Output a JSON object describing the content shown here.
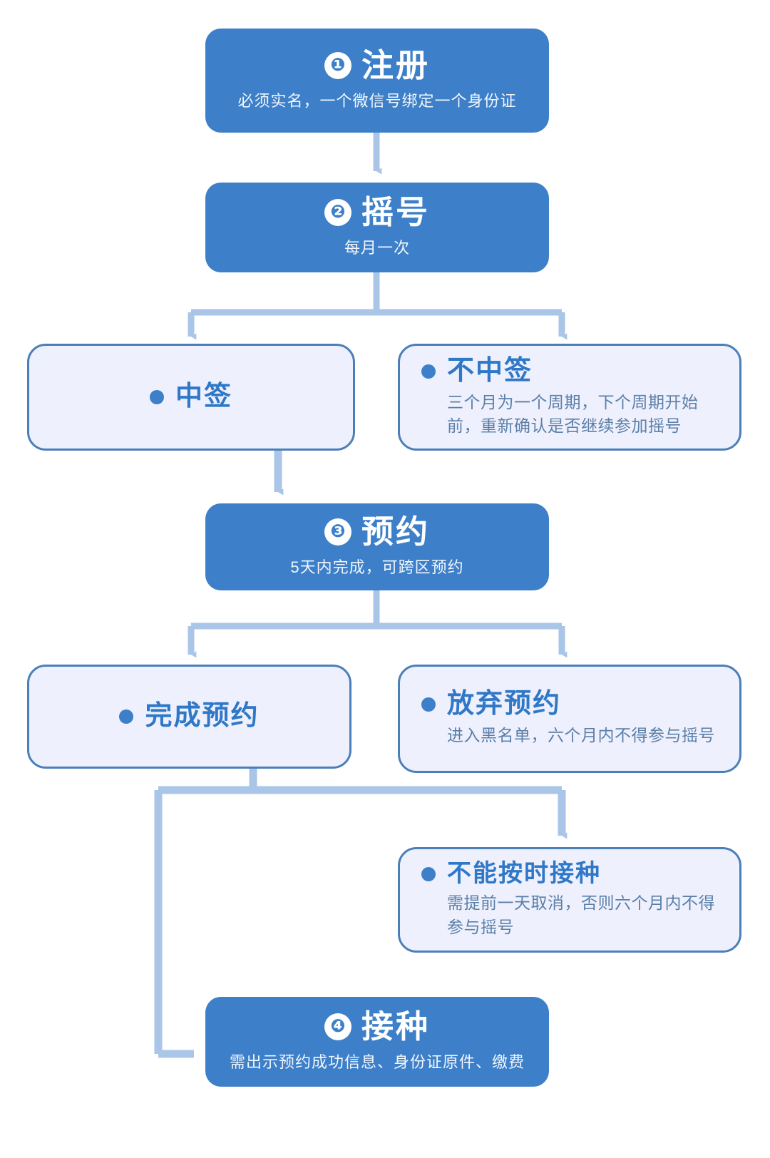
{
  "theme": {
    "page_background": "#ffffff",
    "primary_blue": "#3d7fc8",
    "light_box_fill": "#eef0fd",
    "light_box_border": "#4b7fb8",
    "connector_blue": "#a9c6e8",
    "title_text": "#2f78c8",
    "desc_text": "#5b7fa8"
  },
  "steps": [
    {
      "number": "❶",
      "title": "注册",
      "subtitle": "必须实名，一个微信号绑定一个身份证"
    },
    {
      "number": "❷",
      "title": "摇号",
      "subtitle": "每月一次"
    },
    {
      "number": "❸",
      "title": "预约",
      "subtitle": "5天内完成，可跨区预约"
    },
    {
      "number": "❹",
      "title": "接种",
      "subtitle": "需出示预约成功信息、身份证原件、缴费"
    }
  ],
  "outcomes": [
    {
      "key": "won",
      "title": "中签",
      "description": ""
    },
    {
      "key": "not_won",
      "title": "不中签",
      "description": "三个月为一个周期，下个周期开始前，重新确认是否继续参加摇号"
    },
    {
      "key": "booked",
      "title": "完成预约",
      "description": ""
    },
    {
      "key": "gave_up",
      "title": "放弃预约",
      "description": "进入黑名单，六个月内不得参与摇号"
    },
    {
      "key": "missed",
      "title": "不能按时接种",
      "description": "需提前一天取消，否则六个月内不得参与摇号"
    }
  ]
}
